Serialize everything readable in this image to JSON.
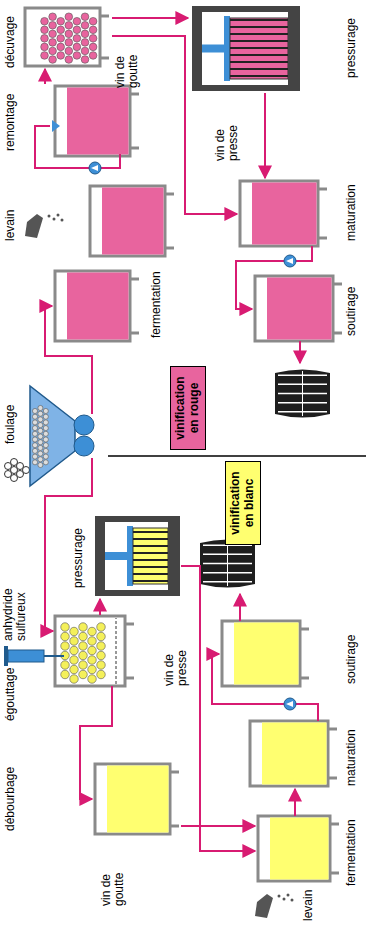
{
  "diagram": {
    "nodes": [
      {
        "text": [
          "vinification en blanc"
        ]
      },
      {
        "text": [
          "vinification en rouge"
        ]
      }
    ],
    "labels": [
      "vin de goutte",
      "débourbage",
      "égouttage",
      "anhydride sulfureux",
      "pressurage",
      "vin de presse",
      "levain",
      "fermentation",
      "maturation",
      "soutirage",
      "foulage",
      "levain",
      "remontage",
      "décuvage",
      "fermentation",
      "vin de goutte",
      "vin de presse",
      "soutirage",
      "maturation",
      "pressurage"
    ]
  }
}
